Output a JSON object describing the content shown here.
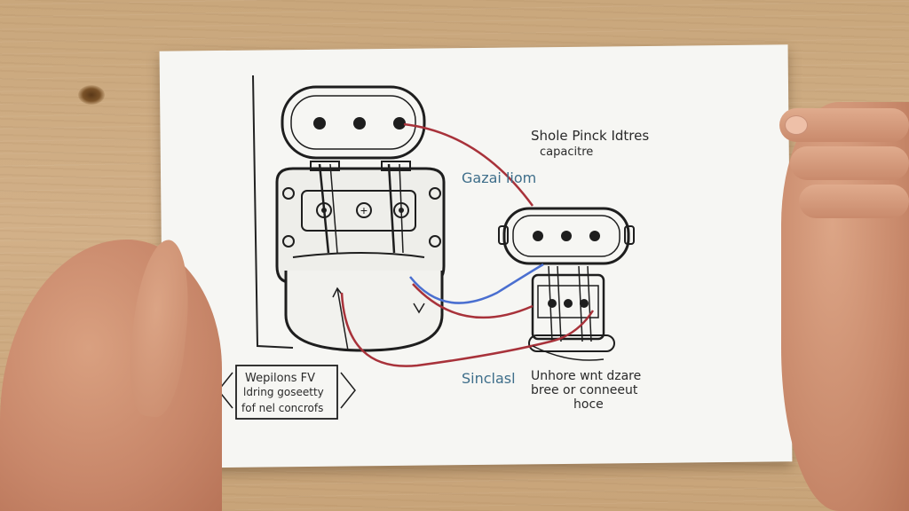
{
  "title_line1": "Shole Pinck Idtres",
  "title_line2": "capacitre",
  "label_top": "Gazai liom",
  "label_bottom_left": "Sinclasl",
  "box_line1": "Wepilons FV",
  "box_line2": "ldring goseetty",
  "box_line3": "fof nel concrofs",
  "note_line1": "Unhore wnt dzare",
  "note_line2": "bree or conneeut",
  "note_line3": "hoce",
  "colors": {
    "wire_red": "#a8323a",
    "wire_blue": "#4a6fd0",
    "ink": "#1e1e1e",
    "paper": "#f6f6f3"
  }
}
